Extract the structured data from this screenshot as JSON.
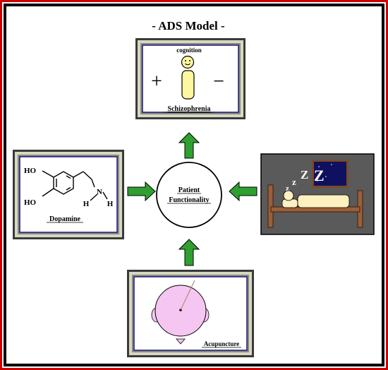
{
  "title": "- ADS Model -",
  "center": {
    "line1": "Patient",
    "line2": "Functionality"
  },
  "panels": {
    "schizophrenia": {
      "label": "Schizophrenia",
      "top_label": "cognition",
      "plus": "+",
      "minus": "−"
    },
    "dopamine": {
      "label": "Dopamine",
      "atoms": {
        "ho_top": "HO",
        "ho_bottom": "HO",
        "n": "N",
        "h_left": "H",
        "h_right": "H"
      }
    },
    "acupuncture": {
      "label": "Acupuncture"
    },
    "sleep": {
      "sleep_letters": [
        "z",
        "z",
        "Z",
        "Z"
      ]
    }
  },
  "colors": {
    "outer_border": "#cc0000",
    "inner_border": "#000000",
    "arrow_fill": "#2fa02f",
    "panel_frame_dark": "#3a3a3a",
    "panel_frame_light": "#d8d8c0",
    "panel_inner_border": "#1a1a80",
    "figure_body": "#fff6a0",
    "head_pink": "#f6c6f2",
    "sleep_bg": "#5a5a5a",
    "bed_wood": "#9a5f3a",
    "window_sky": "#101060",
    "moon": "#f0e000"
  },
  "icons": {
    "arrow": "arrow-icon",
    "figure": "person-icon",
    "head": "head-icon",
    "moon": "moon-icon",
    "bed": "bed-icon"
  }
}
